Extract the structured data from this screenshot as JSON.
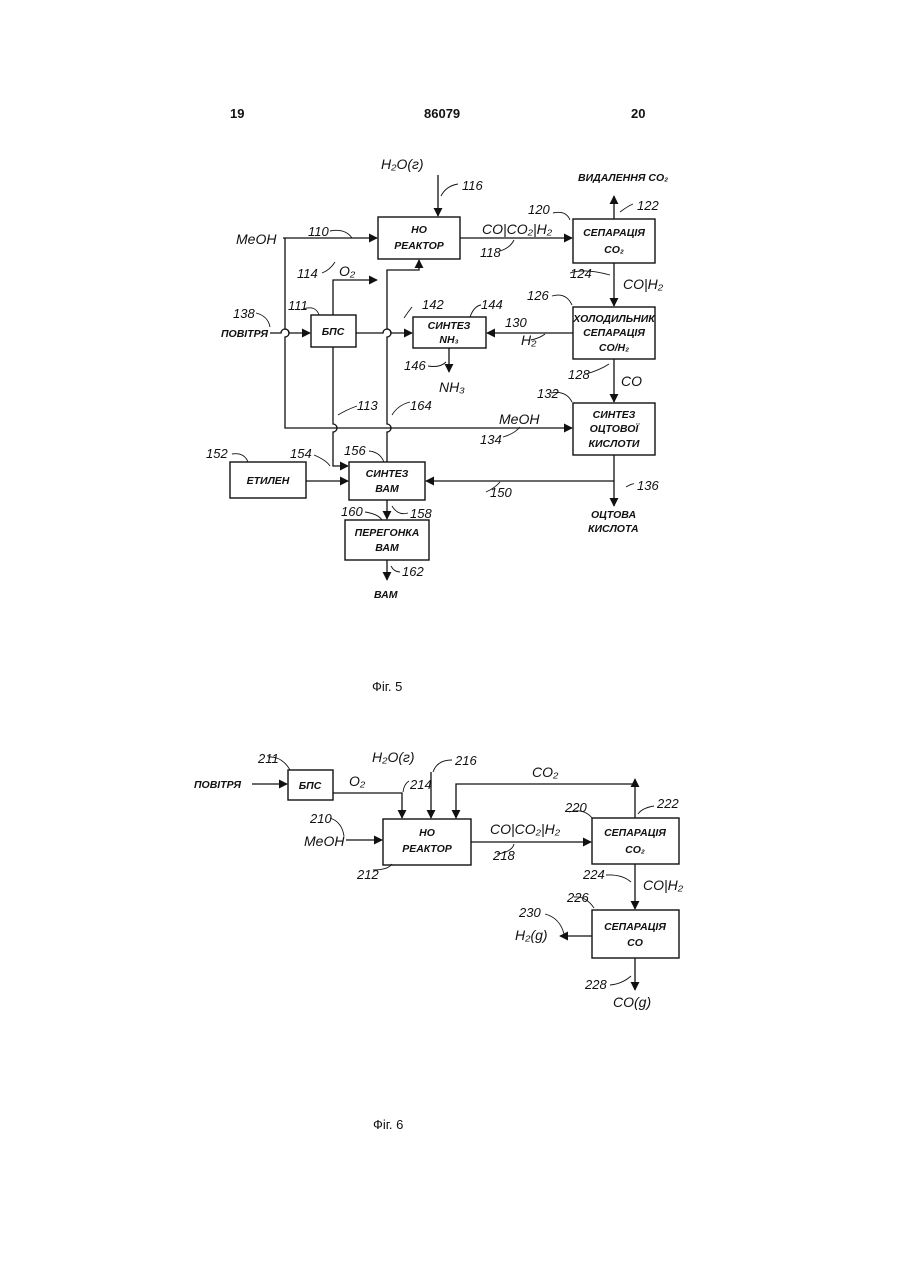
{
  "header": {
    "page_left": "19",
    "patent_number": "86079",
    "page_right": "20"
  },
  "fig5": {
    "caption": "Фіг. 5",
    "blocks": {
      "ho_reactor": [
        "НО",
        "РЕАКТОР"
      ],
      "co2_separation": [
        "СЕПАРАЦІЯ",
        "CO₂"
      ],
      "cooler_separation": [
        "ХОЛОДИЛЬНИК",
        "СЕПАРАЦІЯ",
        "CO/H₂"
      ],
      "acetic_synthesis": [
        "СИНТЕЗ",
        "ОЦТОВОЇ",
        "КИСЛОТИ"
      ],
      "bps": "БПС",
      "nh3_synthesis": [
        "СИНТЕЗ",
        "NH₃"
      ],
      "ethylene": "ЕТИЛЕН",
      "vam_synthesis": [
        "СИНТЕЗ",
        "ВАМ"
      ],
      "vam_distillation": [
        "ПЕРЕГОНКА",
        "ВАМ"
      ]
    },
    "labels": {
      "water": "H₂O(г)",
      "co2_removal": "ВИДАЛЕННЯ CO₂",
      "meoh_in": "MeOH",
      "air": "ПОВІТРЯ",
      "o2": "O₂",
      "stream_118": "CO|CO₂|H₂",
      "stream_124": "CO|H₂",
      "h2": "H₂",
      "nh3_out": "NH₃",
      "co": "CO",
      "meoh_134": "MeOH",
      "acetic_out": [
        "ОЦТОВА",
        "КИСЛОТА"
      ],
      "vam_out": "ВАМ"
    },
    "refs": {
      "r110": "110",
      "r111": "111",
      "r113": "113",
      "r114": "114",
      "r116": "116",
      "r118": "118",
      "r120": "120",
      "r122": "122",
      "r124": "124",
      "r126": "126",
      "r128": "128",
      "r130": "130",
      "r132": "132",
      "r134": "134",
      "r136": "136",
      "r138": "138",
      "r142": "142",
      "r144": "144",
      "r146": "146",
      "r150": "150",
      "r152": "152",
      "r154": "154",
      "r156": "156",
      "r158": "158",
      "r160": "160",
      "r162": "162",
      "r164": "164"
    }
  },
  "fig6": {
    "caption": "Фіг. 6",
    "blocks": {
      "bps": "БПС",
      "ho_reactor": [
        "НО",
        "РЕАКТОР"
      ],
      "co2_separation": [
        "СЕПАРАЦІЯ",
        "CO₂"
      ],
      "co_separation": [
        "СЕПАРАЦІЯ",
        "CO"
      ]
    },
    "labels": {
      "air": "ПОВІТРЯ",
      "o2": "O₂",
      "water": "H₂O(г)",
      "co2_recycle": "CO₂",
      "meoh": "MeOH",
      "stream_218": "CO|CO₂|H₂",
      "stream_224": "CO|H₂",
      "h2_out": "H₂(g)",
      "co_out": "CO(g)"
    },
    "refs": {
      "r210": "210",
      "r211": "211",
      "r212": "212",
      "r214": "214",
      "r216": "216",
      "r218": "218",
      "r220": "220",
      "r222": "222",
      "r224": "224",
      "r226": "226",
      "r228": "228",
      "r230": "230"
    }
  }
}
